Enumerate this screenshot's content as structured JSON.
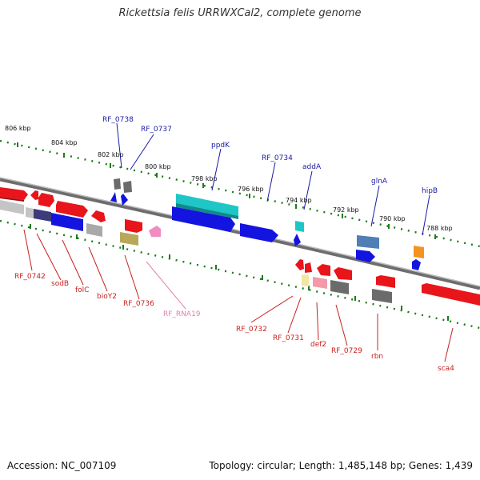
{
  "title": "Rickettsia felis URRWXCal2, complete genome",
  "footer": {
    "accession": "Accession: NC_007109",
    "topology": "Topology: circular; Length: 1,485,148 bp; Genes: 1,439"
  },
  "ticks": [
    "806 kbp",
    "804 kbp",
    "802 kbp",
    "800 kbp",
    "798 kbp",
    "796 kbp",
    "794 kbp",
    "792 kbp",
    "790 kbp",
    "788 kbp"
  ],
  "genes_top": [
    "RF_0738",
    "RF_0737",
    "ppdK",
    "RF_0734",
    "addA",
    "glnA",
    "hipB"
  ],
  "genes_bottom": [
    "RF_0742",
    "sodB",
    "folC",
    "bioY2",
    "RF_0736",
    "RF_RNA19",
    "RF_0732",
    "RF_0731",
    "def2",
    "RF_0729",
    "rbn",
    "sca4"
  ],
  "colors": {
    "red": "#e8151b",
    "blue": "#1414e0",
    "cyan": "#1fc6c6",
    "gray": "#8a8a8a",
    "dark_gray": "#555555",
    "pink": "#f08cc0",
    "orange": "#f59320",
    "olive": "#b9a85a",
    "steel_blue": "#4f7fb5",
    "tick_green": "#1d7a1d",
    "label_blue": "#1a1aa6",
    "label_red": "#c8201c",
    "label_pink": "#e67fb0"
  }
}
